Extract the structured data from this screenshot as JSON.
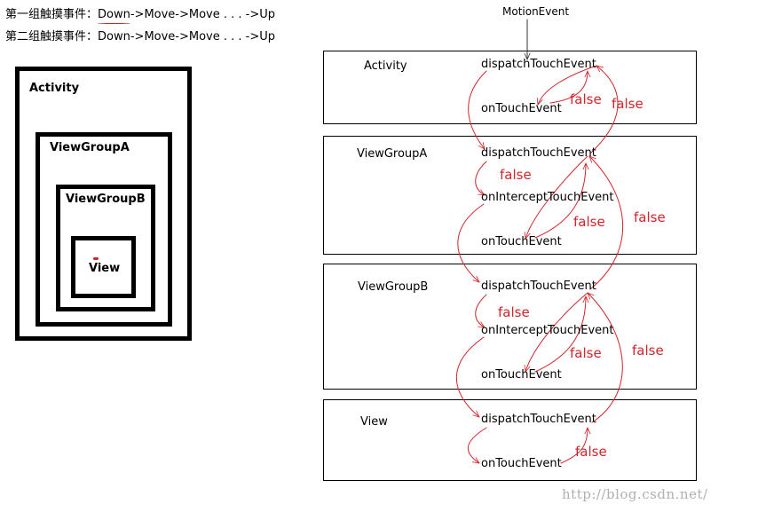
{
  "event_lines": [
    {
      "prefix": "第一组触摸事件：",
      "down": "Down",
      "rest": "->Move->Move . . . ->Up"
    },
    {
      "prefix": "第二组触摸事件：",
      "down": "Down",
      "rest": "->Move->Move . . . ->Up"
    }
  ],
  "nested_views": {
    "activity": "Activity",
    "view_group_a": "ViewGroupA",
    "view_group_b": "ViewGroupB",
    "view": "View"
  },
  "flow": {
    "motion_event": "MotionEvent",
    "layers": [
      {
        "name": "Activity",
        "methods": [
          "dispatchTouchEvent",
          "onTouchEvent"
        ]
      },
      {
        "name": "ViewGroupA",
        "methods": [
          "dispatchTouchEvent",
          "onInterceptTouchEvent",
          "onTouchEvent"
        ]
      },
      {
        "name": "ViewGroupB",
        "methods": [
          "dispatchTouchEvent",
          "onInterceptTouchEvent",
          "onTouchEvent"
        ]
      },
      {
        "name": "View",
        "methods": [
          "dispatchTouchEvent",
          "onTouchEvent"
        ]
      }
    ],
    "false_label": "false"
  },
  "watermark": "http://blog.csdn.net/",
  "colors": {
    "arrow": "#d0242b",
    "arrow_dark": "#333333",
    "box_border": "#000000",
    "watermark": "#b0b0b0"
  }
}
